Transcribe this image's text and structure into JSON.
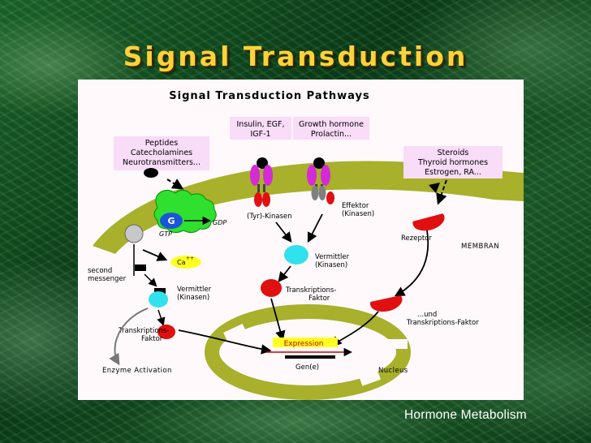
{
  "slide": {
    "title": "Signal Transduction",
    "footer": "Hormone Metabolism"
  },
  "diagram": {
    "heading": "Signal Transduction Pathways",
    "box_peptides": [
      "Peptides",
      "Catecholamines",
      "Neurotransmitters..."
    ],
    "box_insulin": [
      "Insulin, EGF,",
      "IGF-1"
    ],
    "box_growth": [
      "Growth hormone",
      "Prolactin..."
    ],
    "box_steroids": [
      "Steroids",
      "Thyroid hormones",
      "Estrogen, RA..."
    ],
    "g_protein": "G",
    "gdp": "GDP",
    "gtp": "GTP",
    "tyr_kinasen": "(Tyr)-Kinasen",
    "effektor": [
      "Effektor",
      "(Kinasen)"
    ],
    "rezeptor": "Rezeptor",
    "membran": "MEMBRAN",
    "calcium": "Ca",
    "calcium_charge": "++",
    "second_messenger": [
      "second",
      "messenger"
    ],
    "vermittler_right": [
      "Vermittler",
      "(Kinasen)"
    ],
    "vermittler_left": [
      "Vermittler",
      "(Kinasen)"
    ],
    "tf_center": [
      "Transkriptions-",
      "Faktor"
    ],
    "tf_left": [
      "Transkriptions-",
      "Faktor"
    ],
    "tf_right": [
      "...und",
      "Transkriptions-Faktor"
    ],
    "expression": "Expression",
    "gene": "Gen(e)",
    "enzyme_activation": "Enzyme Activation",
    "nucleus": "Nucleus",
    "colors": {
      "membrane": "#a8b02c",
      "label_box": "#f8dcf8",
      "receptor_magenta": "#d52ad5",
      "red": "#e01010",
      "cyan": "#33e0ee",
      "g_protein_blue": "#1a55d8",
      "green_blob": "#2fe02f",
      "yellow": "#ffff22",
      "title_gold": "#ffd23a"
    }
  }
}
